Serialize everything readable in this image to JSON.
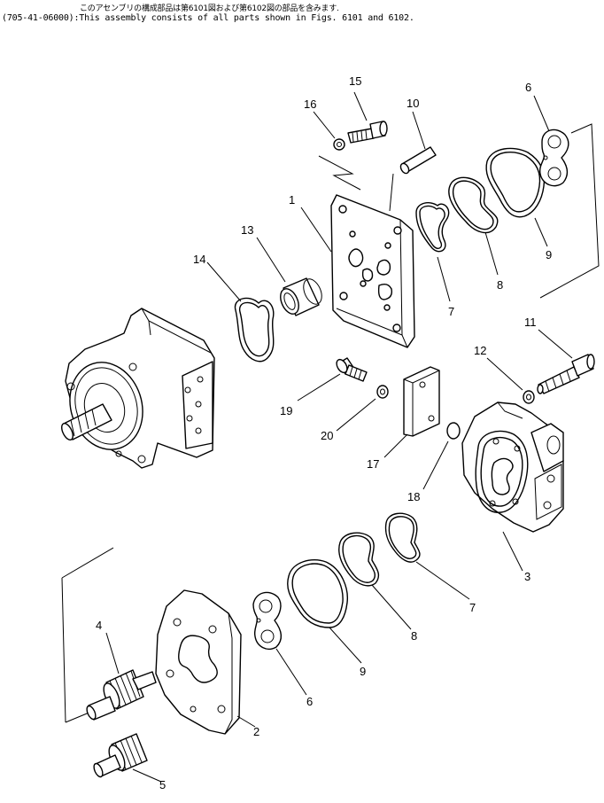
{
  "header": {
    "japanese": "このアセンブリの構成部品は第6101図および第6102図の部品を含みます.",
    "english": "(705-41-06000):This assembly consists of all parts shown in Figs. 6101 and 6102."
  },
  "callouts": {
    "c1": "1",
    "c2": "2",
    "c3": "3",
    "c4": "4",
    "c5": "5",
    "c6a": "6",
    "c6b": "6",
    "c7a": "7",
    "c7b": "7",
    "c8a": "8",
    "c8b": "8",
    "c9a": "9",
    "c9b": "9",
    "c10": "10",
    "c11": "11",
    "c12": "12",
    "c13": "13",
    "c14": "14",
    "c15": "15",
    "c16": "16",
    "c17": "17",
    "c18": "18",
    "c19": "19",
    "c20": "20"
  }
}
